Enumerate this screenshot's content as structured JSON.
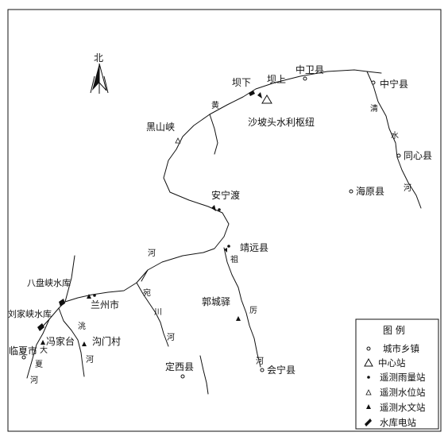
{
  "north_label": "北",
  "cities": [
    {
      "id": "zhongwei",
      "name": "中卫县"
    },
    {
      "id": "zhongning",
      "name": "中宁县"
    },
    {
      "id": "tongxin",
      "name": "同心县"
    },
    {
      "id": "haiyuan",
      "name": "海原县"
    },
    {
      "id": "jingyuan",
      "name": "靖远县"
    },
    {
      "id": "lanzhou",
      "name": "兰州市"
    },
    {
      "id": "dingxi",
      "name": "定西县"
    },
    {
      "id": "huining",
      "name": "会宁县"
    },
    {
      "id": "linxia",
      "name": "临夏市"
    }
  ],
  "stations": [
    {
      "id": "baxia",
      "name": "坝下"
    },
    {
      "id": "bashang",
      "name": "坝上"
    },
    {
      "id": "shapotou",
      "name": "沙坡头水利枢纽"
    },
    {
      "id": "heishanxia",
      "name": "黑山峡"
    },
    {
      "id": "anningdu",
      "name": "安宁渡"
    },
    {
      "id": "guochengyi",
      "name": "郭城驿"
    },
    {
      "id": "fengjiatai",
      "name": "冯家台"
    },
    {
      "id": "goumencun",
      "name": "沟门村"
    },
    {
      "id": "bapanxia",
      "name": "八盘峡水库"
    },
    {
      "id": "liujiaxia",
      "name": "刘家峡水库"
    }
  ],
  "river_labels": {
    "huang_1": "黄",
    "he_1": "河",
    "qing": "清",
    "shui": "水",
    "he_qing": "河",
    "zu": "祖",
    "li": "厉",
    "he_zuli": "河",
    "wan": "宛",
    "chuan": "川",
    "he_wan": "河",
    "tao": "洮",
    "he_tao": "河",
    "da": "大",
    "xia": "夏",
    "he_da": "河"
  },
  "legend": {
    "title": "图  例",
    "items": [
      {
        "symbol": "city",
        "label": "城市乡镇"
      },
      {
        "symbol": "center",
        "label": "中心站"
      },
      {
        "symbol": "rain",
        "label": "遥测雨量站"
      },
      {
        "symbol": "level",
        "label": "遥测水位站"
      },
      {
        "symbol": "hydro",
        "label": "遥测水文站"
      },
      {
        "symbol": "reservoir",
        "label": "水库电站"
      }
    ]
  }
}
